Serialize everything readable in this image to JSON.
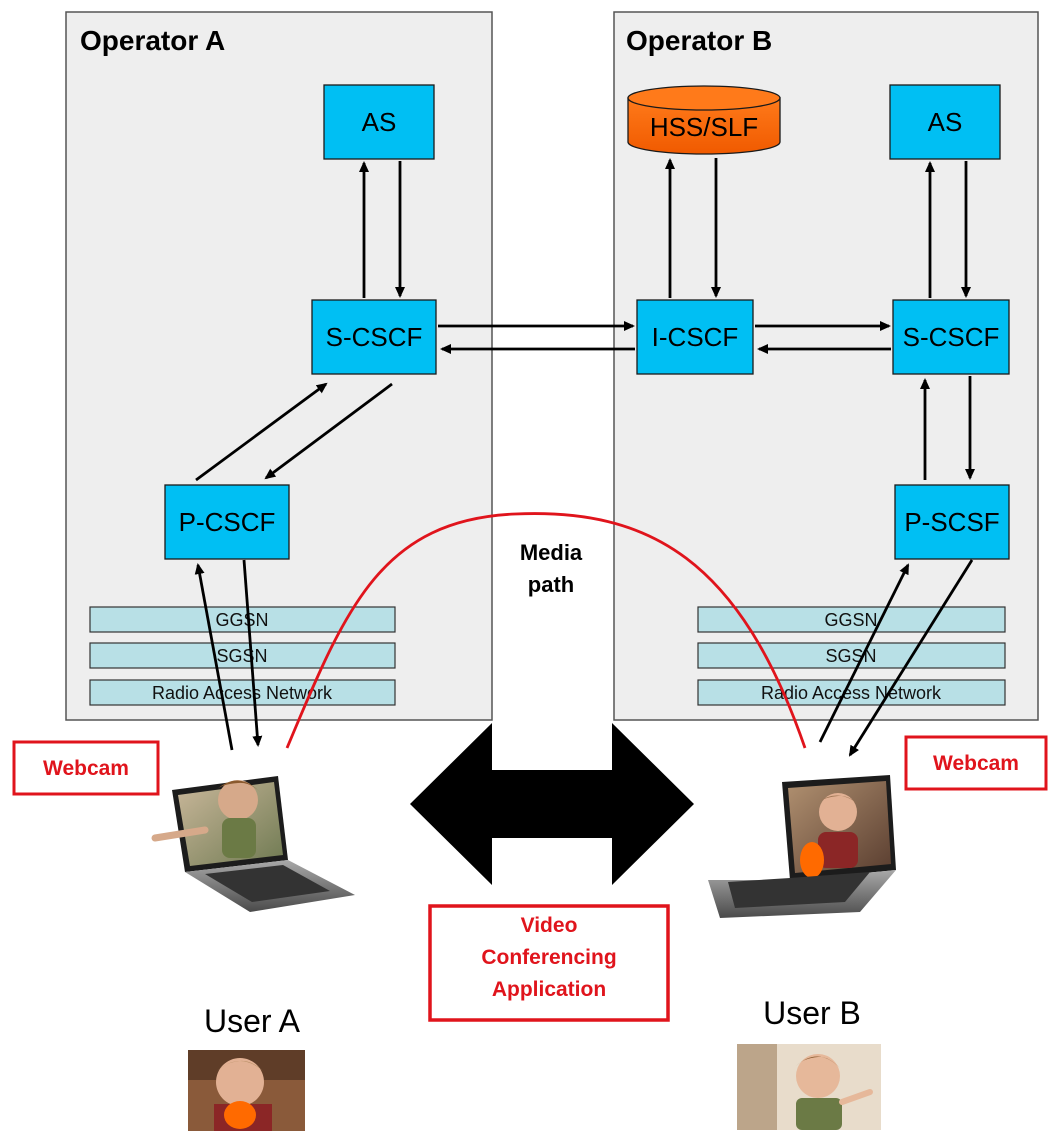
{
  "operators": {
    "a": {
      "title": "Operator A"
    },
    "b": {
      "title": "Operator B"
    }
  },
  "nodes": {
    "as_a": "AS",
    "scscf_a": "S-CSCF",
    "pcscf_a": "P-CSCF",
    "hss": "HSS/SLF",
    "as_b": "AS",
    "icscf": "I-CSCF",
    "scscf_b": "S-CSCF",
    "pscsf_b": "P-SCSF"
  },
  "layers": {
    "ggsn": "GGSN",
    "sgsn": "SGSN",
    "ran": "Radio Access Network"
  },
  "media_path": {
    "line1": "Media",
    "line2": "path"
  },
  "webcam_label": "Webcam",
  "app_label": {
    "line1": "Video",
    "line2": "Conferencing",
    "line3": "Application"
  },
  "users": {
    "a": "User A",
    "b": "User B"
  },
  "colors": {
    "node_fill": "#00bff3",
    "database_fill": "#ff6600",
    "layer_fill": "#b8e0e6",
    "operator_fill": "#eeeeee",
    "accent_red": "#e0141c"
  }
}
